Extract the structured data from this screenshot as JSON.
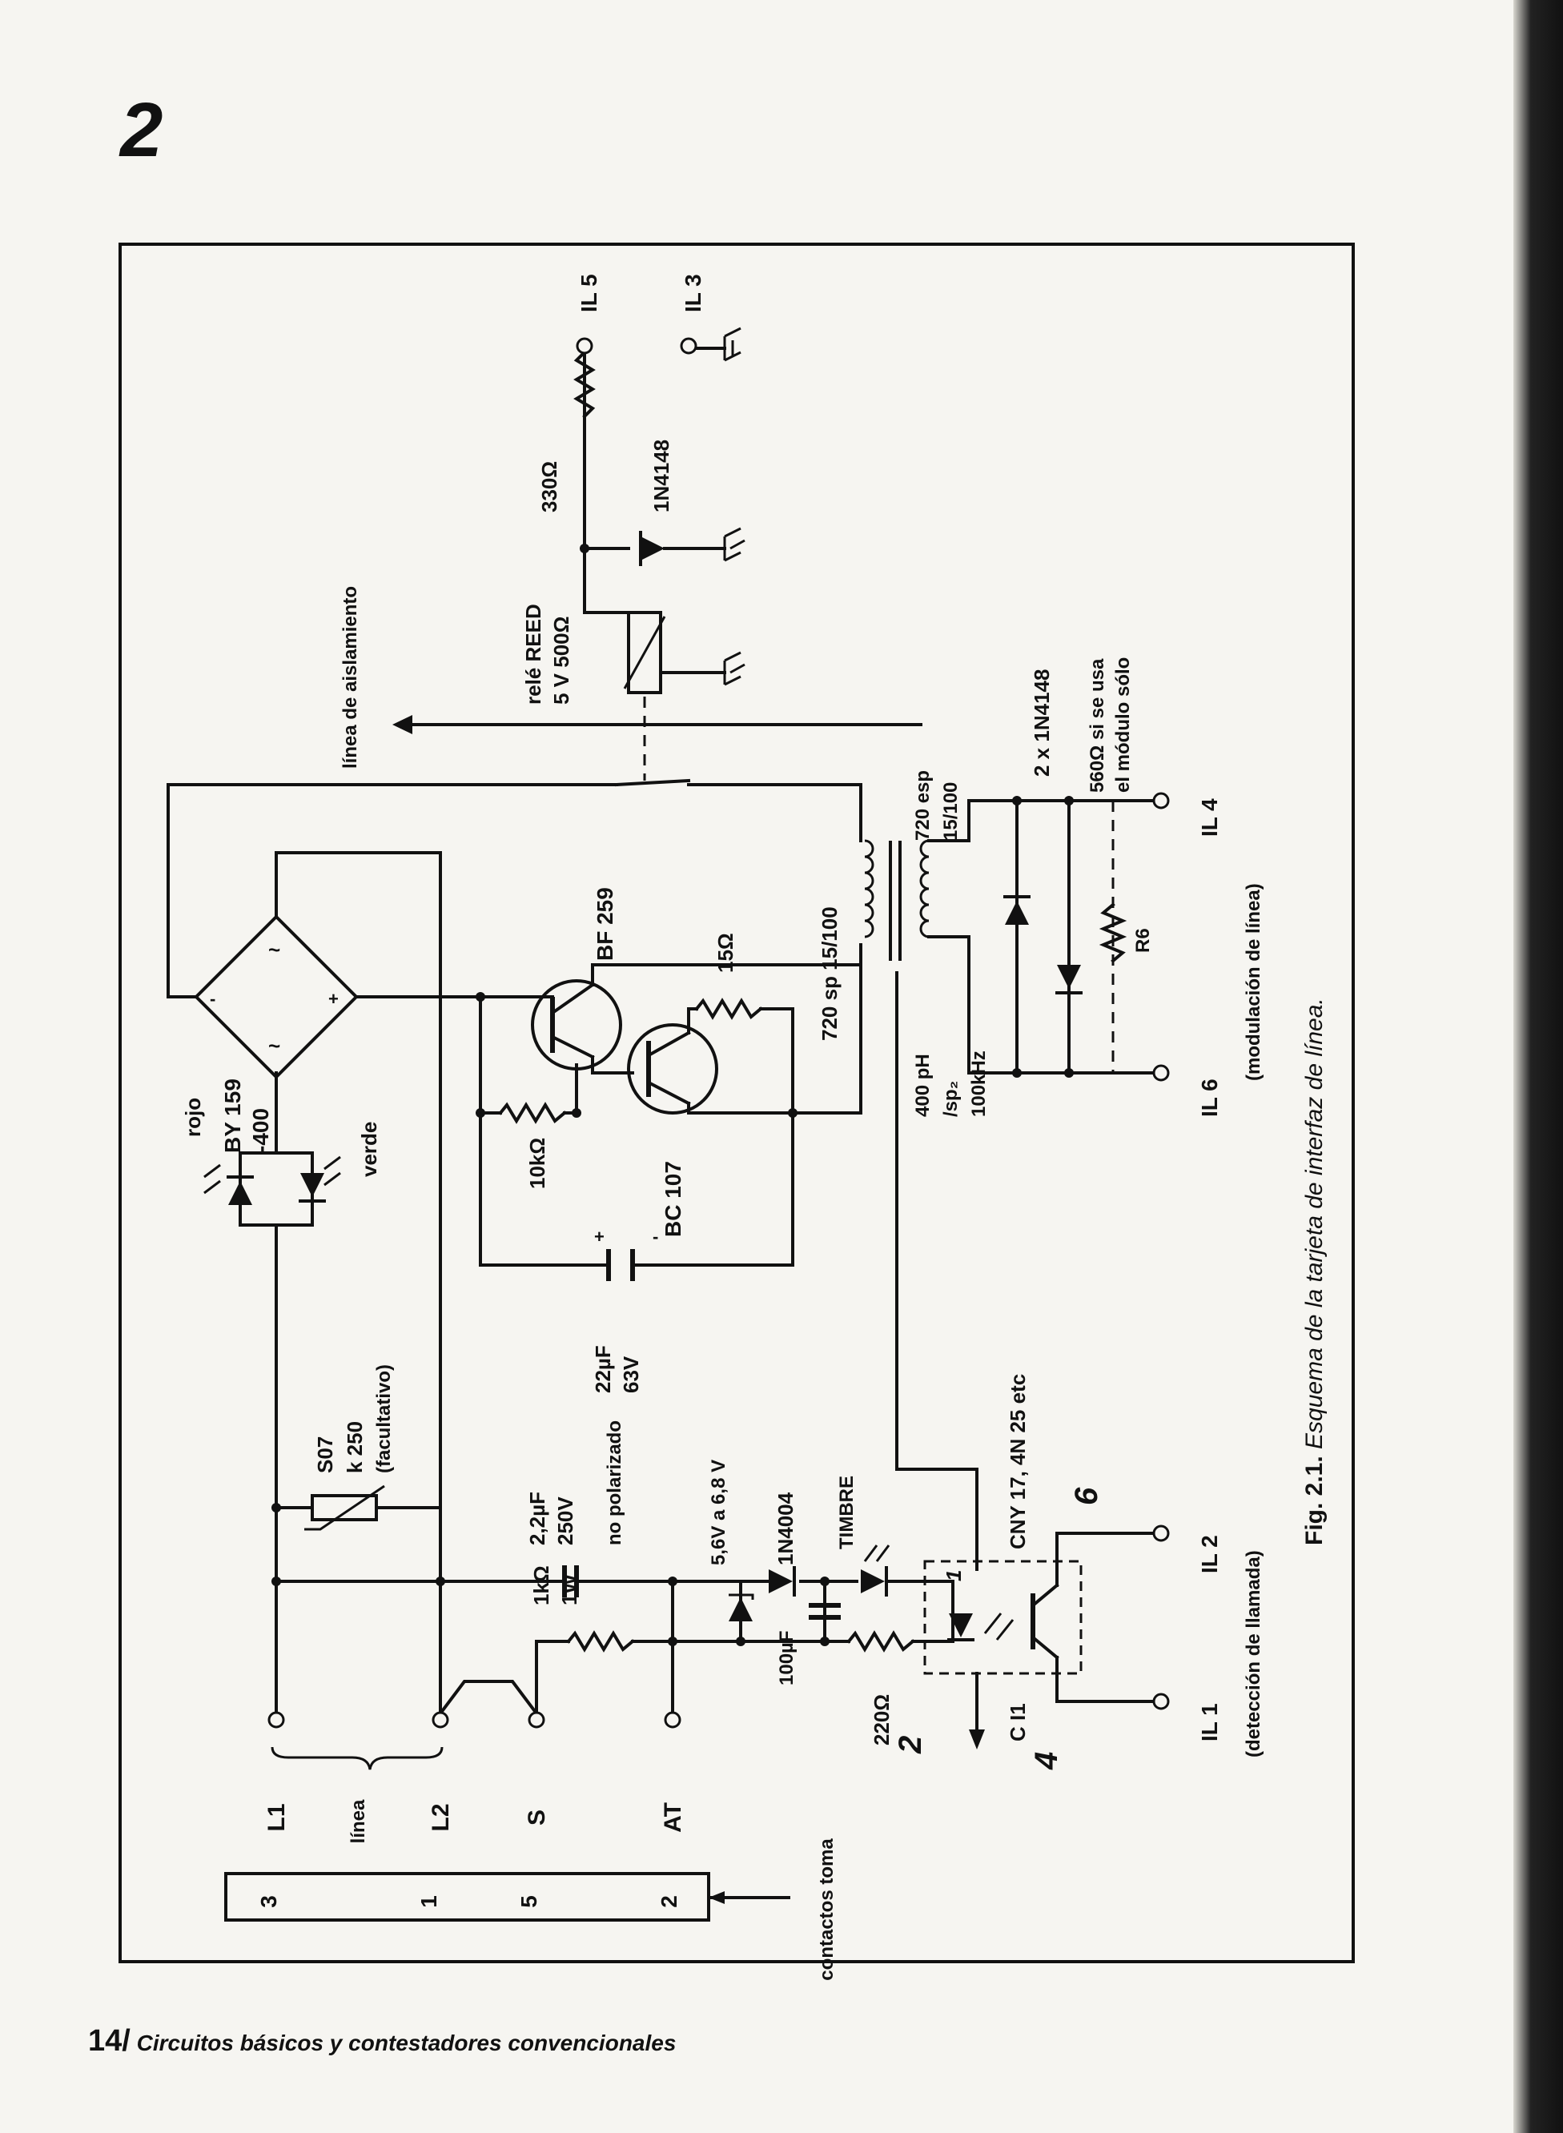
{
  "page": {
    "chapter_number": "2",
    "footer_page": "14",
    "footer_sep": "/",
    "footer_title": "Circuitos básicos y contestadores convencionales"
  },
  "caption": {
    "label": "Fig. 2.1.",
    "text": "Esquema de la tarjeta de interfaz de línea."
  },
  "schematic": {
    "connector": {
      "title": "contactos toma",
      "pins": [
        "3",
        "1",
        "5",
        "2"
      ],
      "group_label": "línea"
    },
    "terminals": {
      "L1": "L1",
      "L2": "L2",
      "S": "S",
      "AT": "AT",
      "IL1": "IL 1",
      "IL2": "IL 2",
      "IL3": "IL 3",
      "IL4": "IL 4",
      "IL5": "IL 5",
      "IL6": "IL 6"
    },
    "labels": {
      "bridge": [
        "BY 159",
        "-400"
      ],
      "led_red": "rojo",
      "led_green": "verde",
      "vdr": [
        "S07",
        "k 250",
        "(facultativo)"
      ],
      "cap_250v": [
        "2,2µF",
        "250V",
        "no polarizado"
      ],
      "r_1k": [
        "1kΩ",
        "1W"
      ],
      "zener": "5,6V a 6,8 V",
      "diode_1n4004": "1N4004",
      "cap_100uf": "100µF",
      "timbre": "TIMBRE",
      "r_220": "220Ω",
      "opto": "CNY 17, 4N 25 etc",
      "ci1": "C I1",
      "detection": "(detección de llamada)",
      "cap_22uf": [
        "22µF",
        "63V"
      ],
      "r_10k": "10kΩ",
      "bf259": "BF 259",
      "bc107": "BC 107",
      "r_15": "15Ω",
      "isolation_line": "línea de aislamiento",
      "relay": [
        "relé REED",
        "5 V  500Ω"
      ],
      "r_330": "330Ω",
      "diode_relay": "1N4148",
      "xfmr_primary": "720 sp  15/100",
      "xfmr_secondary": [
        "720 esp",
        "15/100"
      ],
      "xfmr_spec": [
        "400 pH",
        "/sp₂",
        "100kHz"
      ],
      "diodes_2x": "2 x  1N4148",
      "r6_note": [
        "560Ω si se usa",
        "el módulo sólo"
      ],
      "r6": "R6",
      "modulation": "(modulación de línea)",
      "plus": "+",
      "minus": "-",
      "hand_notes": [
        "1",
        "6",
        "2",
        "4"
      ]
    }
  }
}
